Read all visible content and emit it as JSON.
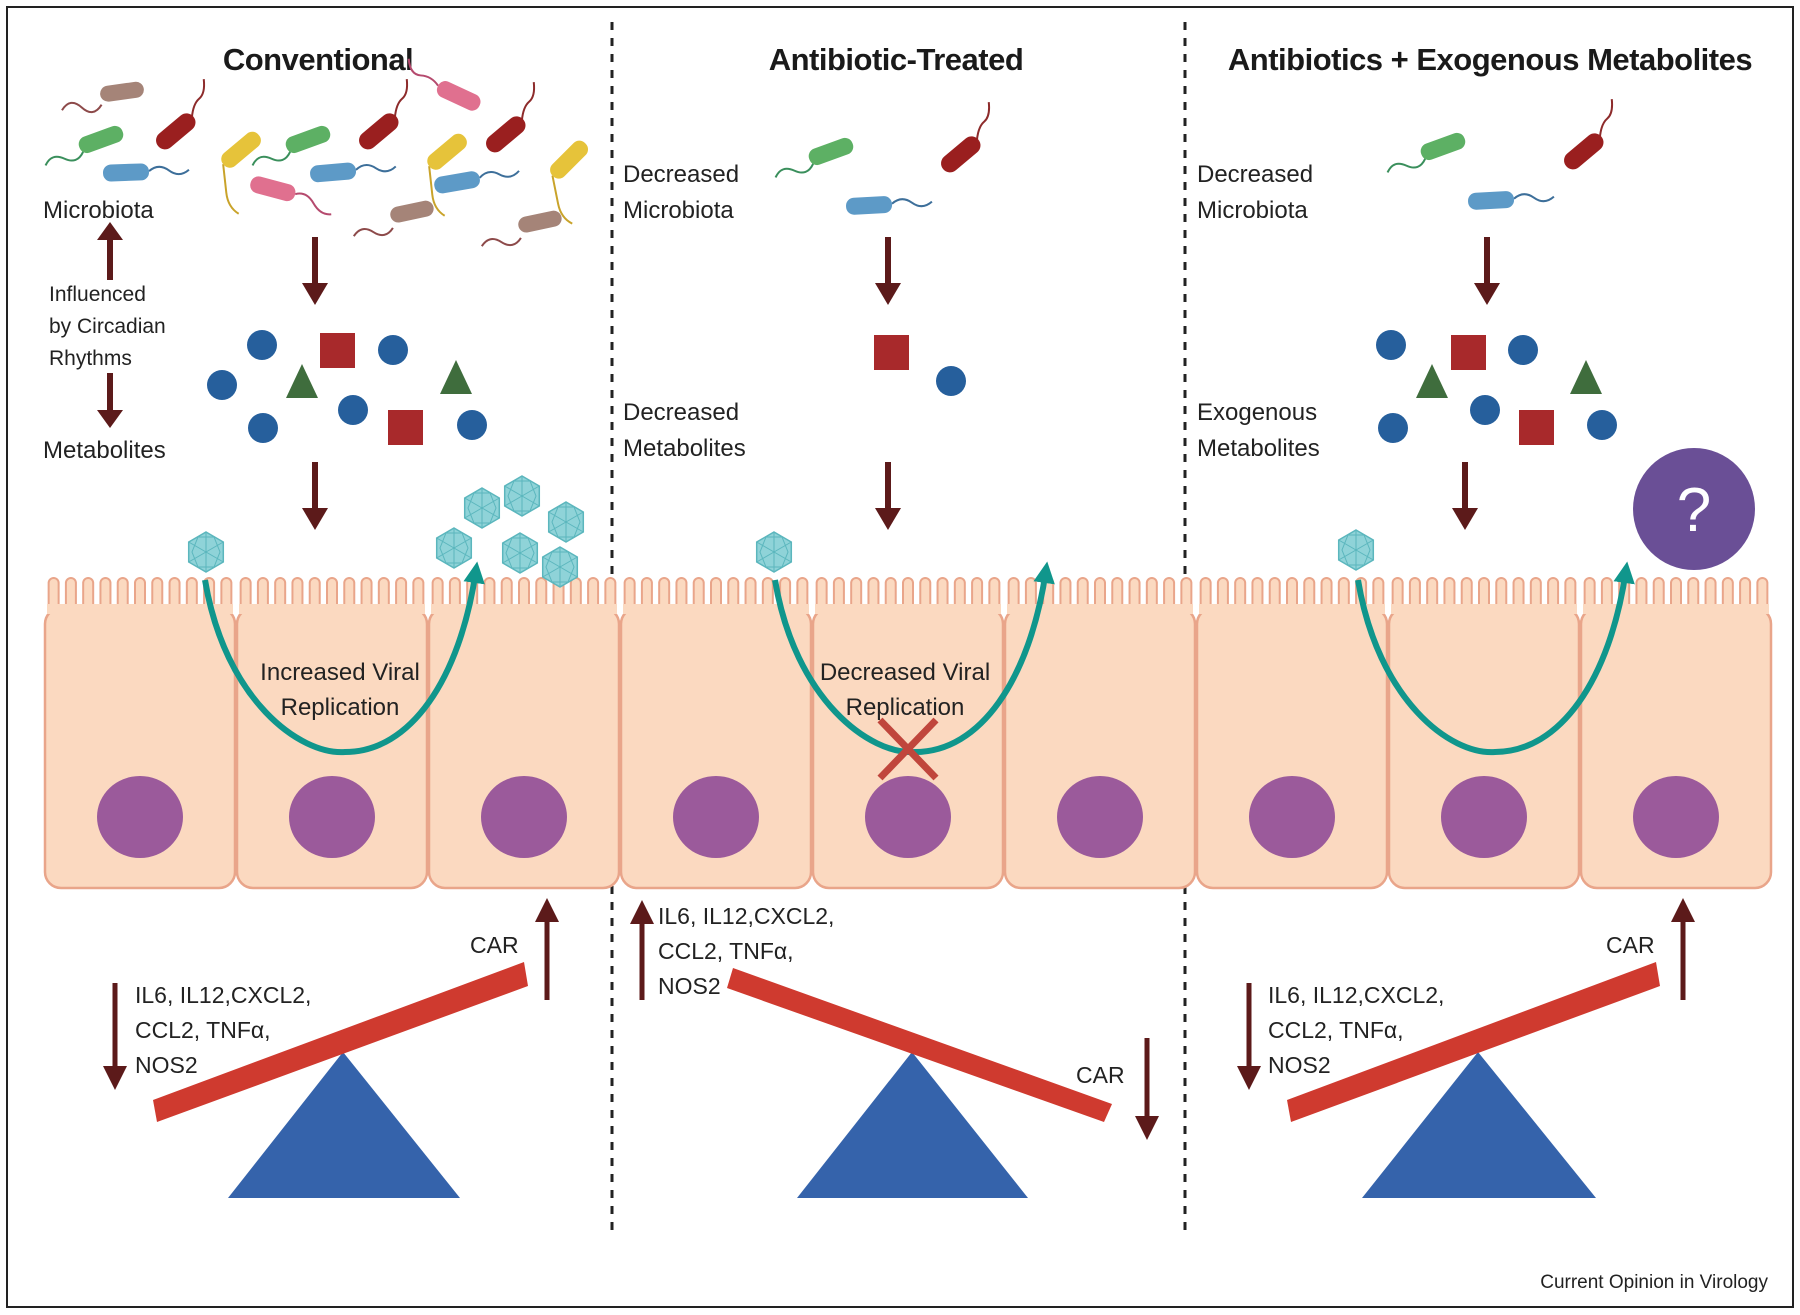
{
  "panels": [
    {
      "title": "Conventional",
      "microbiota_label": "Microbiota",
      "circadian_label": [
        "Influenced",
        "by Circadian",
        "Rhythms"
      ],
      "metabolites_label": "Metabolites",
      "replication_label": [
        "Increased Viral",
        "Replication"
      ],
      "cytokines": [
        "IL6, IL12,CXCL2,",
        "CCL2, TNFα,",
        "NOS2"
      ],
      "cytokine_direction": "down",
      "car_label": "CAR",
      "car_direction": "up"
    },
    {
      "title": "Antibiotic-Treated",
      "microbiota_label": [
        "Decreased",
        "Microbiota"
      ],
      "metabolites_label": [
        "Decreased",
        "Metabolites"
      ],
      "replication_label": [
        "Decreased Viral",
        "Replication"
      ],
      "replication_blocked": true,
      "cytokines": [
        "IL6, IL12,CXCL2,",
        "CCL2, TNFα,",
        "NOS2"
      ],
      "cytokine_direction": "up",
      "car_label": "CAR",
      "car_direction": "down"
    },
    {
      "title": "Antibiotics + Exogenous Metabolites",
      "microbiota_label": [
        "Decreased",
        "Microbiota"
      ],
      "metabolites_label": [
        "Exogenous",
        "Metabolites"
      ],
      "outcome_symbol": "?",
      "cytokines": [
        "IL6, IL12,CXCL2,",
        "CCL2, TNFα,",
        "NOS2"
      ],
      "cytokine_direction": "down",
      "car_label": "CAR",
      "car_direction": "up"
    }
  ],
  "credit": "Current Opinion in Virology",
  "colors": {
    "arrow": "#5c1a1a",
    "cell_fill": "#fbd9c0",
    "cell_stroke": "#e9a58a",
    "nucleus": "#9b5a9b",
    "virus": "#8fd3d8",
    "trajectory": "#10968c",
    "fulcrum": "#3563ab",
    "seesaw_beam": "#cf3a2f",
    "metabolite_circle": "#265f9c",
    "metabolite_square": "#a8292b",
    "metabolite_triangle": "#3f6d3d",
    "question_circle": "#6a4f96"
  }
}
